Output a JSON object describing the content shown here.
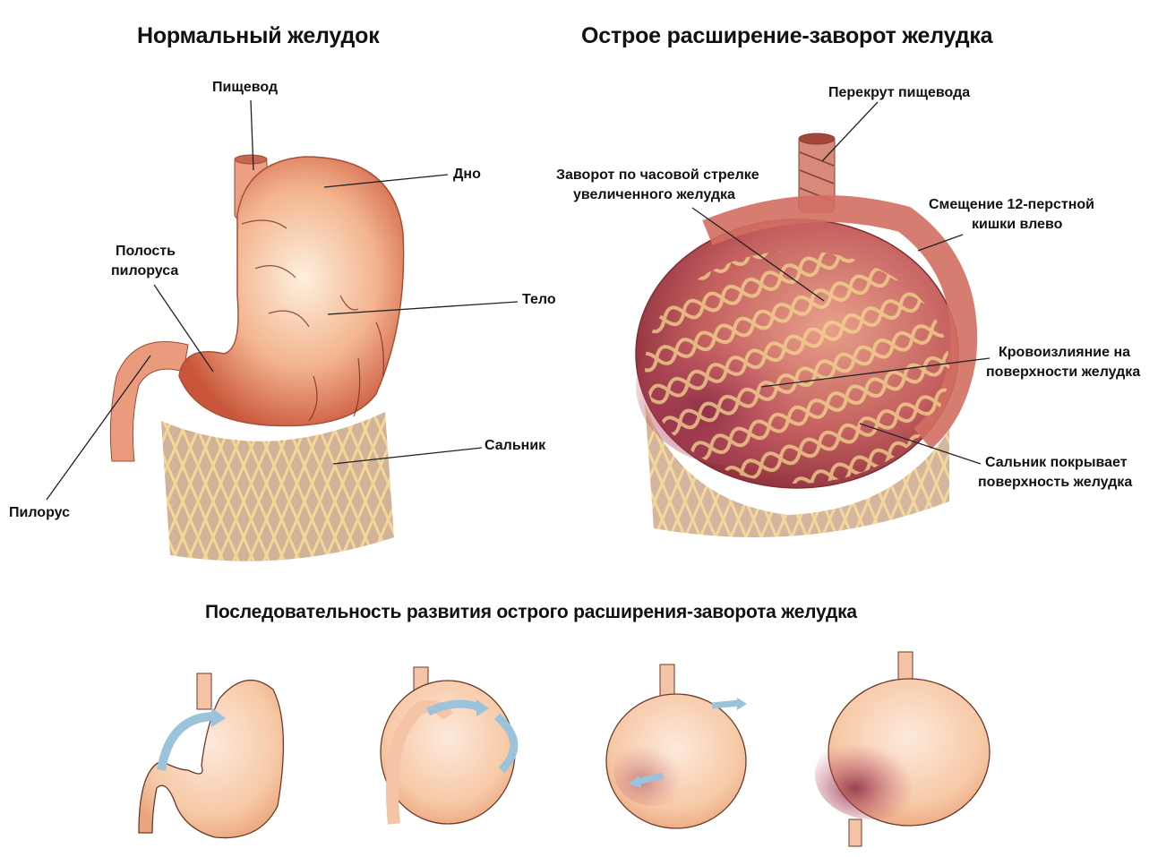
{
  "panels": {
    "normal": {
      "title": "Нормальный желудок",
      "labels": {
        "esophagus": "Пищевод",
        "fundus": "Дно",
        "pyloric_cavity_1": "Полость",
        "pyloric_cavity_2": "пилоруса",
        "body": "Тело",
        "omentum": "Сальник",
        "pylorus": "Пилорус"
      }
    },
    "volvulus": {
      "title": "Острое расширение-заворот желудка",
      "labels": {
        "esophagus_twist": "Перекрут пищевода",
        "clockwise_1": "Заворот по часовой стрелке",
        "clockwise_2": "увеличенного желудка",
        "duodenum_1": "Смещение 12-перстной",
        "duodenum_2": "кишки влево",
        "hemorrhage_1": "Кровоизлияние на",
        "hemorrhage_2": "поверхности желудка",
        "omentum_1": "Сальник покрывает",
        "omentum_2": "поверхность желудка"
      }
    },
    "sequence": {
      "title": "Последовательность развития острого расширения-заворота желудка",
      "steps": 4
    }
  },
  "colors": {
    "stomach_normal": "#f0a07a",
    "stomach_light": "#fbe3cc",
    "stomach_dark": "#c9553a",
    "volvulus_red": "#b4454d",
    "hemorrhage": "#7d2236",
    "omentum_fat": "#f3d48f",
    "omentum_tissue": "#c9a58e",
    "arrow_blue": "#9cc3dc",
    "leader_line": "#222222"
  }
}
